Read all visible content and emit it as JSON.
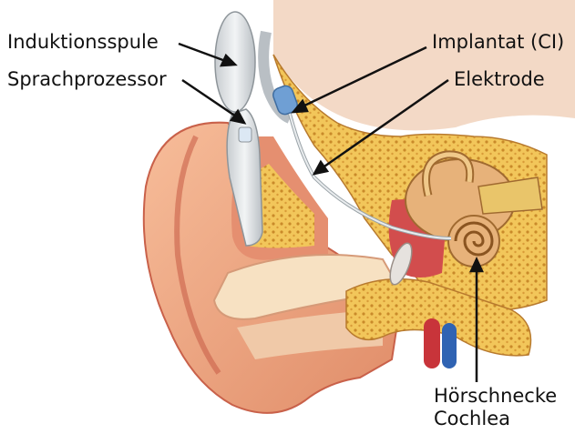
{
  "labels": {
    "induktionsspule": "Induktionsspule",
    "sprachprozessor": "Sprachprozessor",
    "implantat": "Implantat (CI)",
    "elektrode": "Elektrode",
    "hoerschnecke": "Hörschnecke",
    "cochlea": "Cochlea"
  },
  "colors": {
    "skin": "#f2a883",
    "skin_dark": "#c9614a",
    "bone": "#f2c65a",
    "bone_pores": "#c98a2a",
    "canal": "#f7e1c2",
    "device": "#e3e6e8",
    "implant_blue": "#6f9fd4",
    "vessel_red": "#c8343a",
    "vessel_blue": "#2f63b3"
  }
}
